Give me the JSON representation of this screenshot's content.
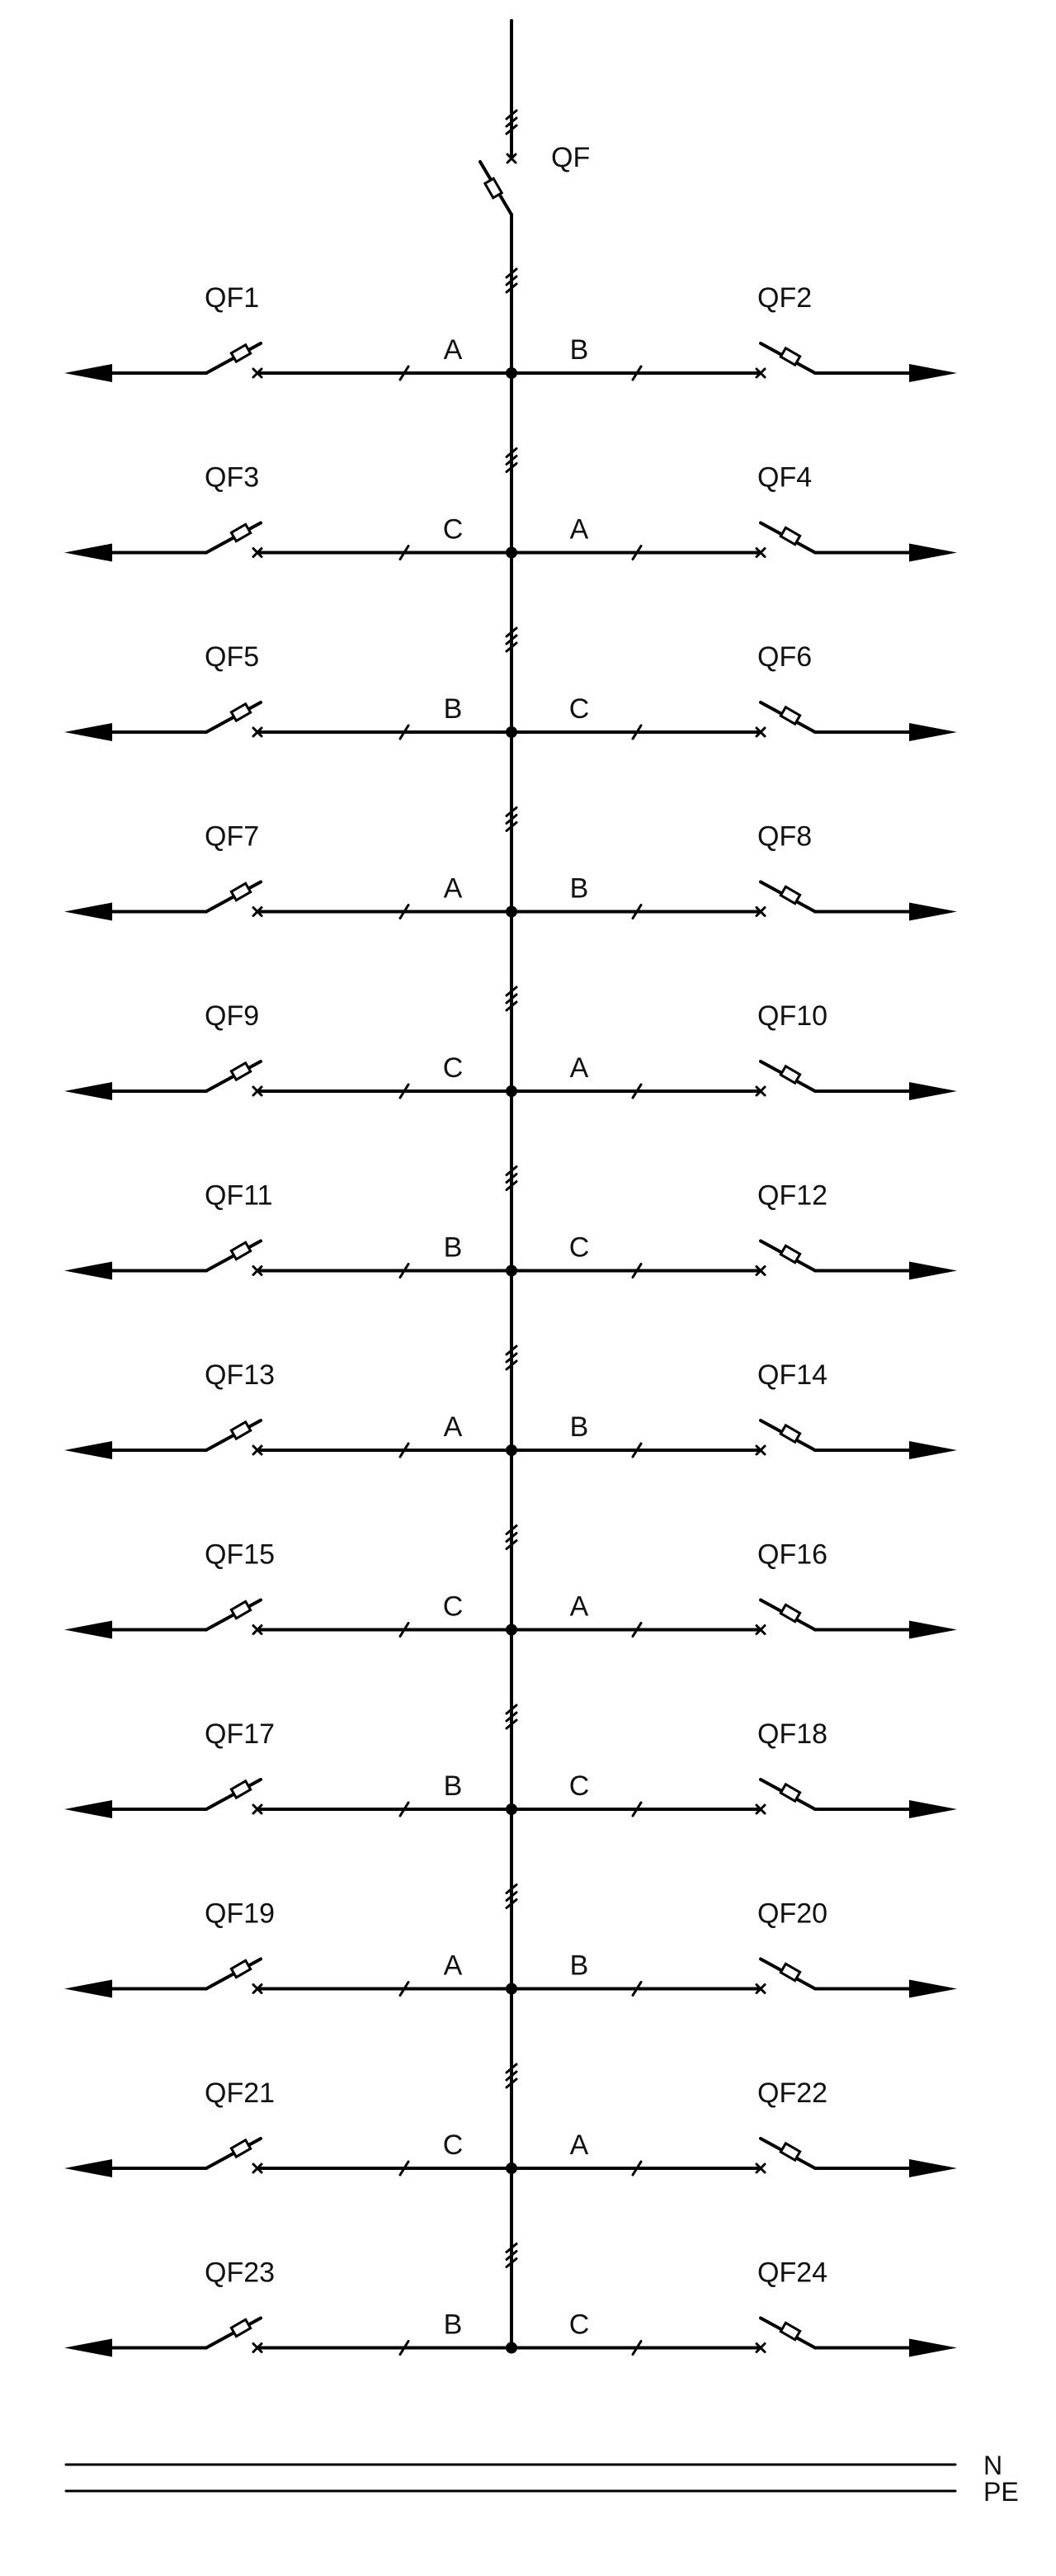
{
  "main_breaker": {
    "label": "QF"
  },
  "rows": [
    {
      "left": {
        "label": "QF1",
        "phase": "A"
      },
      "right": {
        "label": "QF2",
        "phase": "B"
      }
    },
    {
      "left": {
        "label": "QF3",
        "phase": "C"
      },
      "right": {
        "label": "QF4",
        "phase": "A"
      }
    },
    {
      "left": {
        "label": "QF5",
        "phase": "B"
      },
      "right": {
        "label": "QF6",
        "phase": "C"
      }
    },
    {
      "left": {
        "label": "QF7",
        "phase": "A"
      },
      "right": {
        "label": "QF8",
        "phase": "B"
      }
    },
    {
      "left": {
        "label": "QF9",
        "phase": "C"
      },
      "right": {
        "label": "QF10",
        "phase": "A"
      }
    },
    {
      "left": {
        "label": "QF11",
        "phase": "B"
      },
      "right": {
        "label": "QF12",
        "phase": "C"
      }
    },
    {
      "left": {
        "label": "QF13",
        "phase": "A"
      },
      "right": {
        "label": "QF14",
        "phase": "B"
      }
    },
    {
      "left": {
        "label": "QF15",
        "phase": "C"
      },
      "right": {
        "label": "QF16",
        "phase": "A"
      }
    },
    {
      "left": {
        "label": "QF17",
        "phase": "B"
      },
      "right": {
        "label": "QF18",
        "phase": "C"
      }
    },
    {
      "left": {
        "label": "QF19",
        "phase": "A"
      },
      "right": {
        "label": "QF20",
        "phase": "B"
      }
    },
    {
      "left": {
        "label": "QF21",
        "phase": "C"
      },
      "right": {
        "label": "QF22",
        "phase": "A"
      }
    },
    {
      "left": {
        "label": "QF23",
        "phase": "B"
      },
      "right": {
        "label": "QF24",
        "phase": "C"
      }
    }
  ],
  "buses": [
    {
      "label": "N"
    },
    {
      "label": "PE"
    }
  ]
}
